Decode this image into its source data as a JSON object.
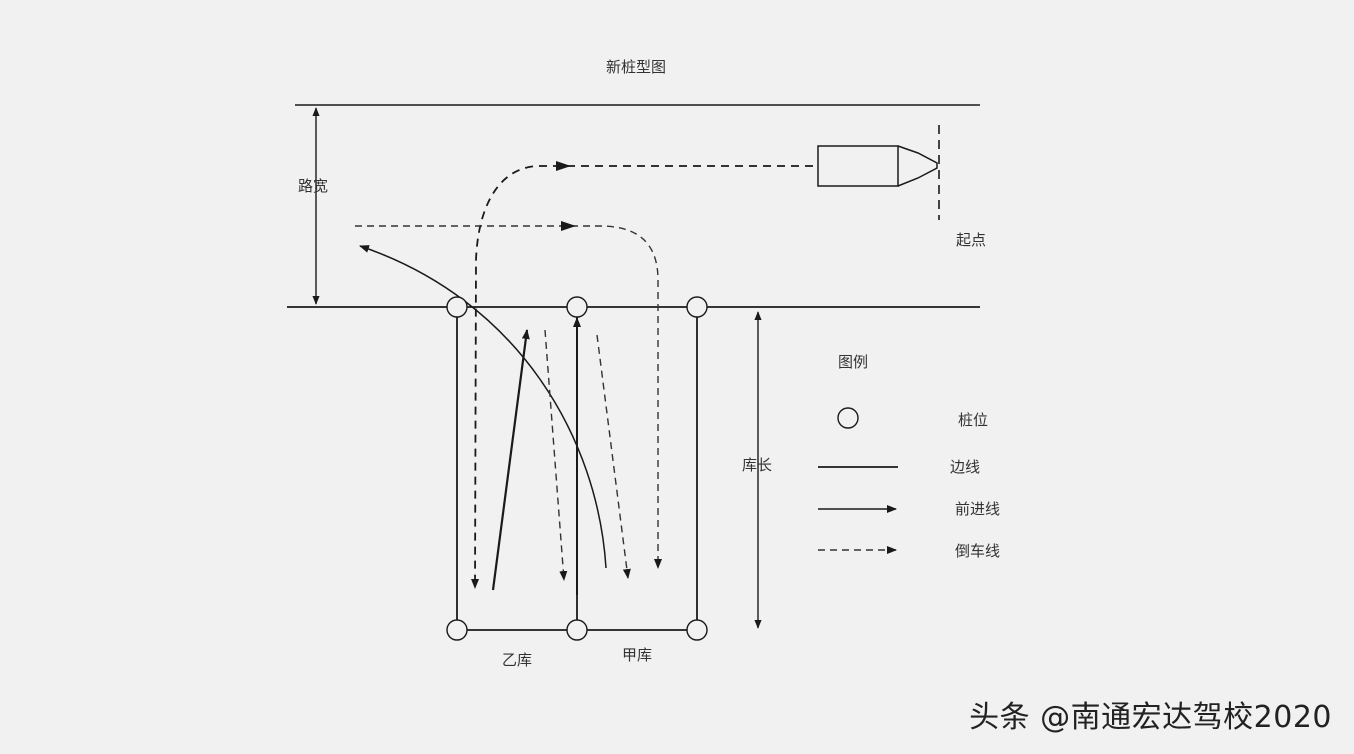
{
  "title": "新桩型图",
  "labels": {
    "road_width": "路宽",
    "start": "起点",
    "stall_length": "库长",
    "stall_b": "乙库",
    "stall_a": "甲库"
  },
  "legend": {
    "title": "图例",
    "items": [
      {
        "key": "pile",
        "label": "桩位"
      },
      {
        "key": "edge",
        "label": "边线"
      },
      {
        "key": "forward",
        "label": "前进线"
      },
      {
        "key": "reverse",
        "label": "倒车线"
      }
    ]
  },
  "watermark": "头条 @南通宏达驾校2020",
  "colors": {
    "line": "#1a1a1a",
    "background": "#f1f1f1"
  }
}
